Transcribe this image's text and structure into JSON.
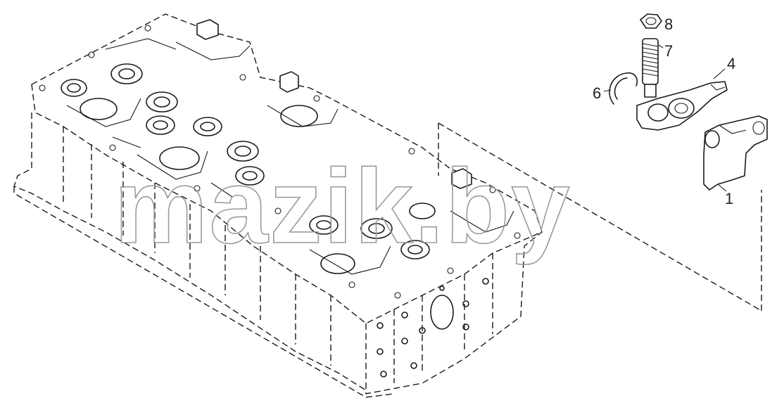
{
  "diagram": {
    "labels": {
      "p1": "1",
      "p4": "4",
      "p6": "6",
      "p7": "7",
      "p8": "8"
    },
    "watermark": "mazik.by"
  }
}
